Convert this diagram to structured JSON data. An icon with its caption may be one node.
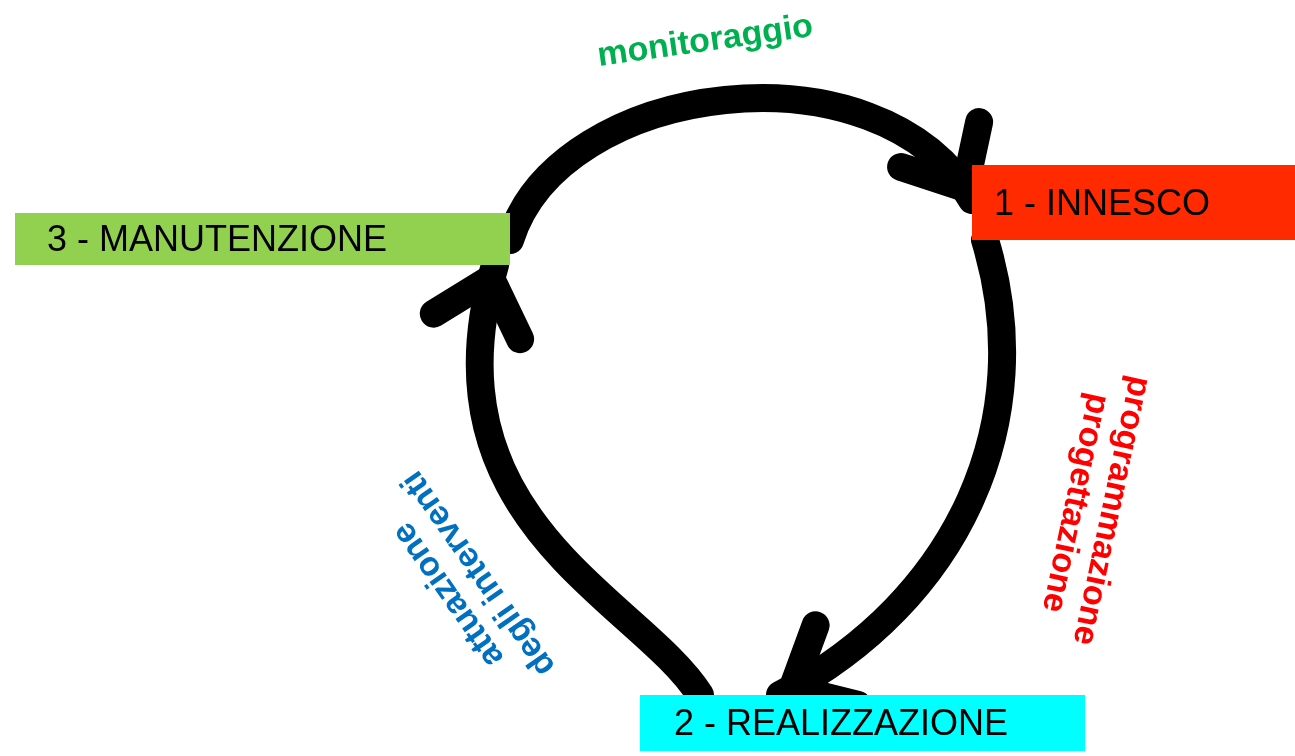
{
  "diagram": {
    "nodes": [
      {
        "text": [
          "1 - INNESCO"
        ]
      },
      {
        "text": [
          "3 - MANUTENZIONE"
        ]
      },
      {
        "text": [
          "2 - REALIZZAZIONE"
        ]
      }
    ],
    "edges": [
      {
        "from": 1,
        "to": 0,
        "arrow": "to",
        "label": "monitoraggio"
      },
      {
        "from": 0,
        "to": 2,
        "arrow": "to",
        "label": "programmazione progettazione"
      },
      {
        "from": 2,
        "to": 1,
        "arrow": "to",
        "label": "attuazione degli interventi"
      }
    ]
  }
}
